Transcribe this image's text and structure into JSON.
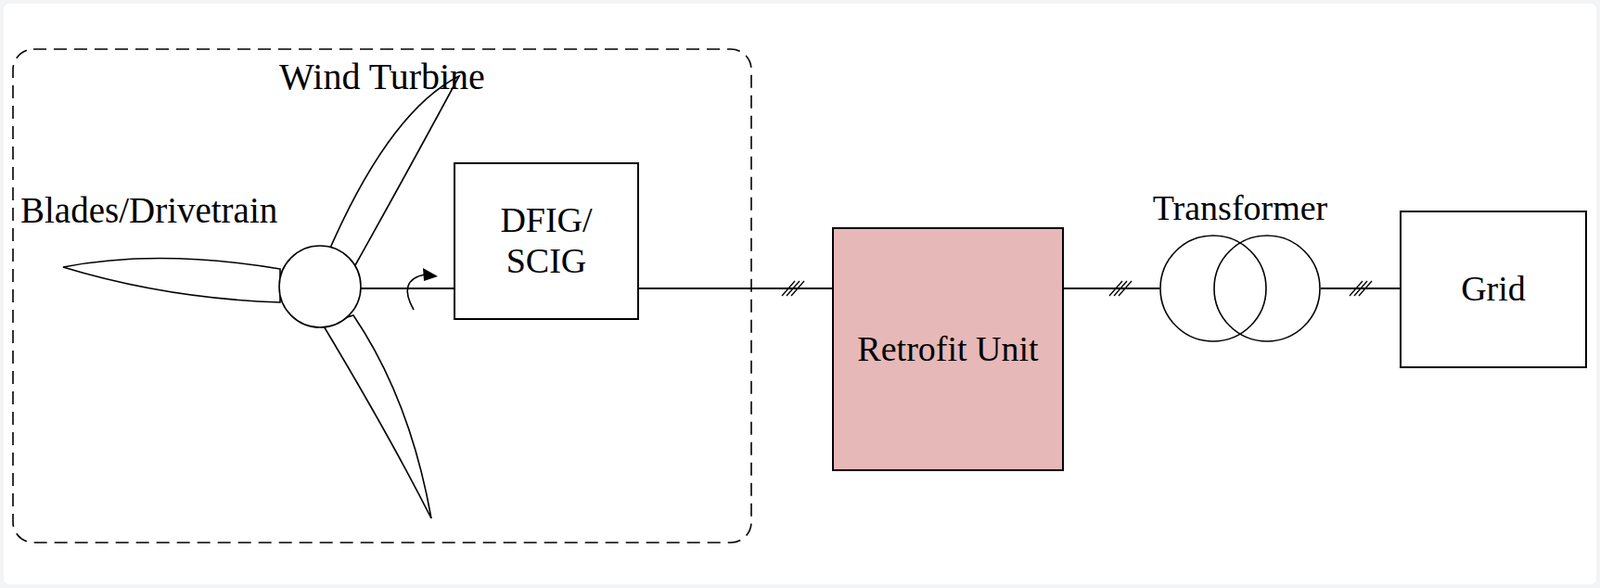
{
  "diagram": {
    "nodes": [
      {
        "text": [
          "Wind Turbine"
        ]
      },
      {
        "text": [
          "DFIG/ SCIG"
        ],
        "in": 0
      },
      {
        "text": [
          "Retrofit Unit"
        ]
      },
      {
        "text": [
          "Transformer"
        ]
      },
      {
        "text": [
          "Grid"
        ]
      }
    ],
    "edges": [
      {
        "from": 1,
        "to": 2,
        "arrow": "none"
      },
      {
        "from": 2,
        "to": 3,
        "arrow": "none"
      },
      {
        "from": 3,
        "to": 4,
        "arrow": "none"
      }
    ],
    "labels": [
      "Blades/Drivetrain"
    ]
  }
}
